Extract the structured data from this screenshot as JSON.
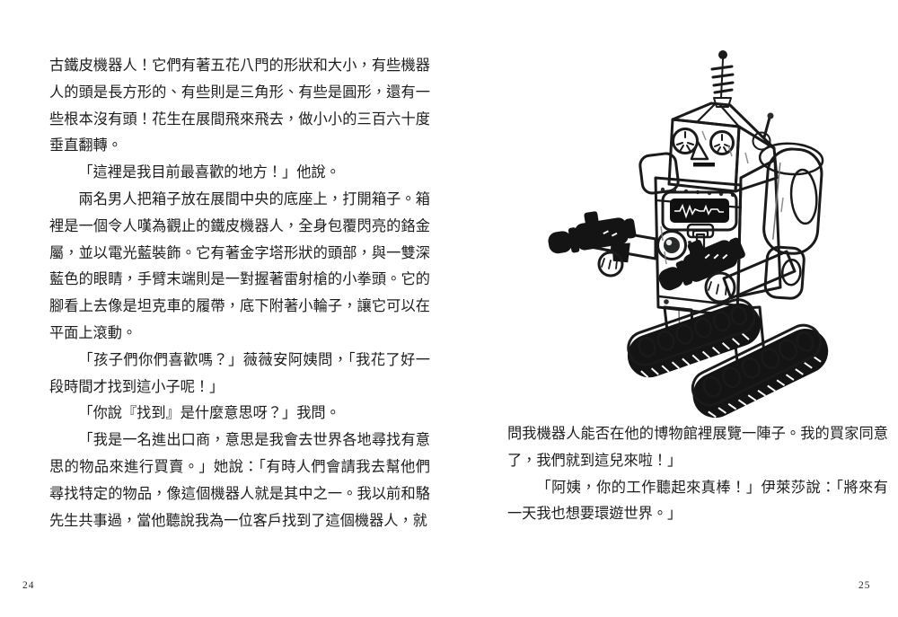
{
  "left_page": {
    "page_number": "24",
    "paragraphs": [
      {
        "indent": false,
        "text": "古鐵皮機器人！它們有著五花八門的形狀和大小，有些機器人的頭是長方形的、有些則是三角形、有些是圓形，還有一些根本沒有頭！花生在展間飛來飛去，做小小的三百六十度垂直翻轉。"
      },
      {
        "indent": true,
        "text": "「這裡是我目前最喜歡的地方！」他說。"
      },
      {
        "indent": true,
        "text": "兩名男人把箱子放在展間中央的底座上，打開箱子。箱裡是一個令人嘆為觀止的鐵皮機器人，全身包覆閃亮的鉻金屬，並以電光藍裝飾。它有著金字塔形狀的頭部，與一雙深藍色的眼睛，手臂末端則是一對握著雷射槍的小拳頭。它的腳看上去像是坦克車的履帶，底下附著小輪子，讓它可以在平面上滾動。"
      },
      {
        "indent": true,
        "text": "「孩子們你們喜歡嗎？」薇薇安阿姨問，「我花了好一段時間才找到這小子呢！」"
      },
      {
        "indent": true,
        "text": "「你說『找到』是什麼意思呀？」我問。"
      },
      {
        "indent": true,
        "text": "「我是一名進出口商，意思是我會去世界各地尋找有意思的物品來進行買賣。」她說：「有時人們會請我去幫他們尋找特定的物品，像這個機器人就是其中之一。我以前和駱先生共事過，當他聽說我為一位客戶找到了這個機器人，就"
      }
    ]
  },
  "right_page": {
    "page_number": "25",
    "paragraphs": [
      {
        "indent": false,
        "text": "問我機器人能否在他的博物館裡展覽一陣子。我的買家同意了，我們就到這兒來啦！」"
      },
      {
        "indent": true,
        "text": "「阿姨，你的工作聽起來真棒！」伊萊莎說：「將來有一天我也想要環遊世界。」"
      }
    ]
  },
  "illustration": {
    "name": "vintage-tin-robot",
    "colors": {
      "body_gray": "#b7bdba",
      "shade_gray": "#9aa19e",
      "light_gray": "#d8ddda",
      "ink": "#1a1a1a",
      "gun_black": "#141414",
      "paper": "#ffffff"
    }
  }
}
